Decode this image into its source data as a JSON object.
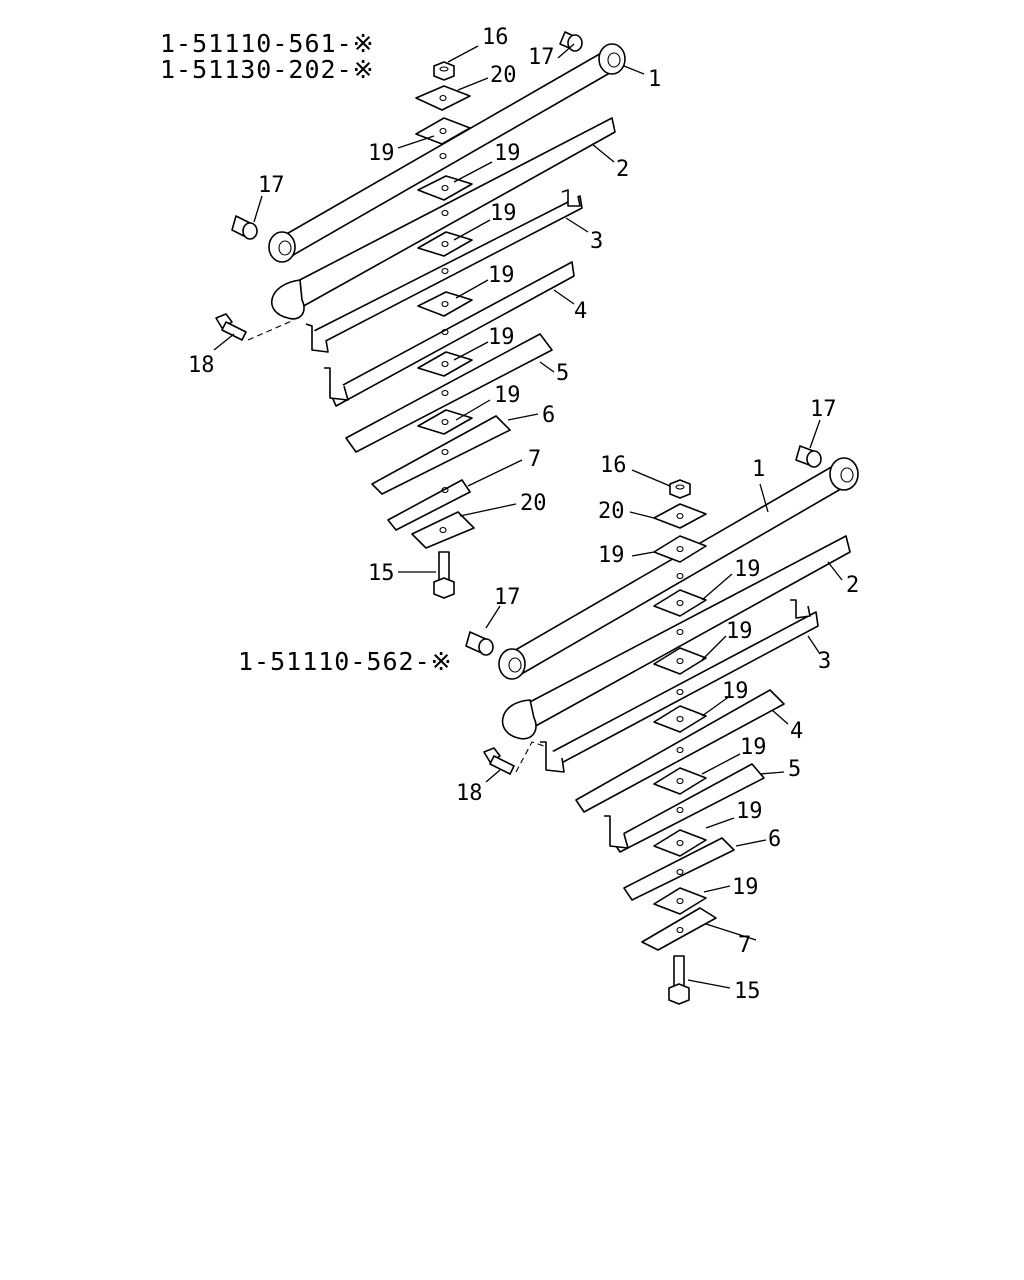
{
  "part_numbers": {
    "upper_1": "1-51110-561-※",
    "upper_2": "1-51130-202-※",
    "lower": "1-51110-562-※"
  },
  "callouts": {
    "u16": "16",
    "u17a": "17",
    "u1": "1",
    "u20a": "20",
    "u19a": "19",
    "u19b": "19",
    "u2": "2",
    "u17b": "17",
    "u19c": "19",
    "u3": "3",
    "u19d": "19",
    "u4": "4",
    "u18": "18",
    "u19e": "19",
    "u5": "5",
    "u19f": "19",
    "u6": "6",
    "u7": "7",
    "u20b": "20",
    "u15": "15",
    "l17a": "17",
    "l16": "16",
    "l1": "1",
    "l20": "20",
    "l19a": "19",
    "l19b": "19",
    "l2": "2",
    "l17b": "17",
    "l19c": "19",
    "l3": "3",
    "l19d": "19",
    "l4": "4",
    "l18": "18",
    "l19e": "19",
    "l5": "5",
    "l19f": "19",
    "l6": "6",
    "l19g": "19",
    "l7": "7",
    "l15": "15"
  }
}
